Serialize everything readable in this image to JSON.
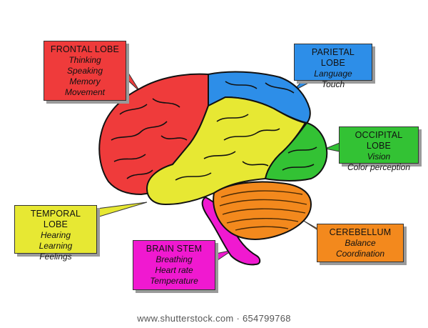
{
  "callouts": {
    "frontal": {
      "title": "FRONTAL LOBE",
      "lines": [
        "Thinking",
        "Speaking",
        "Memory",
        "Movement"
      ],
      "color": "#ef3b3b"
    },
    "parietal": {
      "title": "PARIETAL LOBE",
      "lines": [
        "Language",
        "Touch"
      ],
      "color": "#2d8ee8"
    },
    "occipital": {
      "title": "OCCIPITAL LOBE",
      "lines": [
        "Vision",
        "Color perception"
      ],
      "color": "#33c234"
    },
    "temporal": {
      "title": "TEMPORAL LOBE",
      "lines": [
        "Hearing",
        "Learning",
        "Feelings"
      ],
      "color": "#e7e833"
    },
    "stem": {
      "title": "BRAIN STEM",
      "lines": [
        "Breathing",
        "Heart rate",
        "Temperature"
      ],
      "color": "#f019d0"
    },
    "cerebellum": {
      "title": "CEREBELLUM",
      "lines": [
        "Balance",
        "Coordination"
      ],
      "color": "#f3891d"
    }
  },
  "watermark": "www.shutterstock.com · 654799768"
}
